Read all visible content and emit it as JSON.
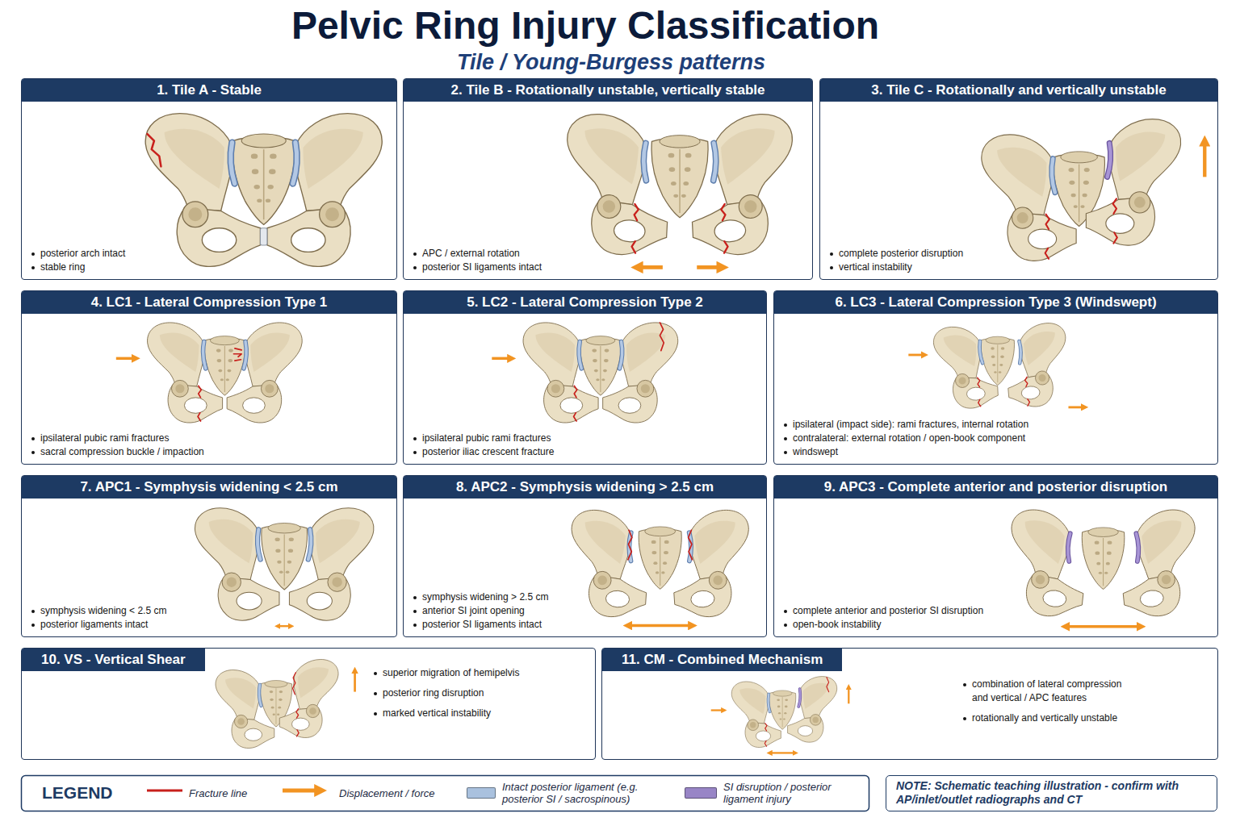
{
  "diagram": {
    "title": "Pelvic Ring Injury Classification",
    "nodes": [
      {
        "text": [
          "1. Tile A - Stable",
          "posterior arch intact",
          "stable ring"
        ]
      },
      {
        "text": [
          "2. Tile B - Rotationally unstable, vertically stable",
          "APC / external rotation",
          "posterior SI ligaments intact"
        ]
      },
      {
        "text": [
          "3. Tile C - Rotationally and vertically unstable",
          "complete posterior disruption",
          "vertical instability"
        ]
      },
      {
        "text": [
          "4. LC1 - Lateral Compression Type 1",
          "ipsilateral pubic rami fractures",
          "sacral compression buckle / impaction"
        ]
      },
      {
        "text": [
          "5. LC2 - Lateral Compression Type 2",
          "ipsilateral pubic rami fractures",
          "posterior iliac crescent fracture"
        ]
      },
      {
        "text": [
          "6. LC3 - Lateral Compression Type 3 (Windswept)",
          "ipsilateral (impact side): rami fractures, internal rotation",
          "contralateral: external rotation / open-book component",
          "windswept"
        ]
      },
      {
        "text": [
          "7. APC1 - Symphysis widening < 2.5 cm",
          "symphysis widening < 2.5 cm",
          "posterior ligaments intact"
        ]
      },
      {
        "text": [
          "8. APC2 - Symphysis widening > 2.5 cm",
          "symphysis widening > 2.5 cm",
          "anterior SI joint opening",
          "posterior SI ligaments intact"
        ]
      },
      {
        "text": [
          "9. APC3 - Complete anterior and posterior disruption",
          "complete anterior and posterior SI disruption",
          "open-book instability"
        ]
      },
      {
        "text": [
          "10. VS - Vertical Shear",
          "superior migration of hemipelvis",
          "posterior ring disruption",
          "marked vertical instability"
        ]
      },
      {
        "text": [
          "11. CM - Combined Mechanism",
          "combination of lateral compression and vertical / APC features",
          "rotationally and vertically unstable"
        ]
      },
      {
        "text": [
          "NOTE: Schematic teaching illustration - confirm with AP/inlet/outlet radiographs and CT"
        ]
      }
    ],
    "labels": [
      "Tile / Young-Burgess patterns",
      "LEGEND"
    ],
    "legend": [
      {
        "text": "Fracture line"
      },
      {
        "text": "Displacement / force"
      },
      {
        "text": "Intact posterior ligament (e.g. posterior SI / sacrospinous)",
        "color": "#a9c1de"
      },
      {
        "text": "SI disruption / posterior ligament injury",
        "color": "#9885c6"
      }
    ]
  }
}
